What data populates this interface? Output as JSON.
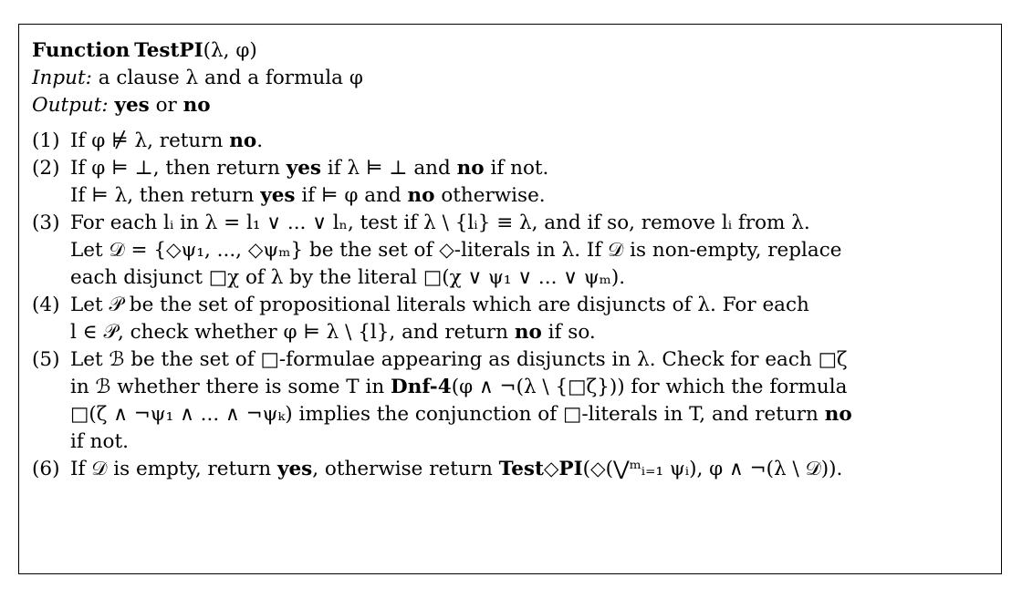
{
  "header": {
    "func_keyword": "Function",
    "func_name": "TestPI",
    "func_args": "(λ, φ)",
    "input_label": "Input:",
    "input_text": "a clause λ and a formula φ",
    "output_label": "Output:",
    "output_yes": "yes",
    "output_or": "or",
    "output_no": "no"
  },
  "steps": [
    {
      "num": "(1)",
      "lines": [
        [
          {
            "t": "If φ ⊭ λ, return "
          },
          {
            "t": "no",
            "b": true
          },
          {
            "t": "."
          }
        ]
      ]
    },
    {
      "num": "(2)",
      "lines": [
        [
          {
            "t": "If φ ⊨ ⊥, then return "
          },
          {
            "t": "yes",
            "b": true
          },
          {
            "t": " if λ ⊨ ⊥ and "
          },
          {
            "t": "no",
            "b": true
          },
          {
            "t": " if not."
          }
        ],
        [
          {
            "t": "If ⊨ λ, then return "
          },
          {
            "t": "yes",
            "b": true
          },
          {
            "t": " if ⊨ φ and "
          },
          {
            "t": "no",
            "b": true
          },
          {
            "t": " otherwise."
          }
        ]
      ]
    },
    {
      "num": "(3)",
      "lines": [
        [
          {
            "t": "For each lᵢ in λ = l₁ ∨ ... ∨ lₙ, test if λ \\ {lᵢ} ≡ λ, and if so, remove lᵢ from λ."
          }
        ],
        [
          {
            "t": "Let 𝒟 = {◇ψ₁, ..., ◇ψₘ} be the set of ◇-literals in λ. If 𝒟 is non-empty, replace"
          }
        ],
        [
          {
            "t": "each disjunct □χ of λ by the literal □(χ ∨ ψ₁ ∨ ... ∨ ψₘ)."
          }
        ]
      ]
    },
    {
      "num": "(4)",
      "lines": [
        [
          {
            "t": "Let 𝒫 be the set of propositional literals which are disjuncts of λ. For each"
          }
        ],
        [
          {
            "t": "l ∈ 𝒫, check whether φ ⊨ λ \\ {l}, and return "
          },
          {
            "t": "no",
            "b": true
          },
          {
            "t": " if so."
          }
        ]
      ]
    },
    {
      "num": "(5)",
      "lines": [
        [
          {
            "t": "Let ℬ be the set of □-formulae appearing as disjuncts in λ. Check for each □ζ"
          }
        ],
        [
          {
            "t": "in ℬ whether there is some T in "
          },
          {
            "t": "Dnf-4",
            "b": true
          },
          {
            "t": "(φ ∧ ¬(λ \\ {□ζ})) for which the formula"
          }
        ],
        [
          {
            "t": "□(ζ ∧ ¬ψ₁ ∧ ... ∧ ¬ψₖ) implies the conjunction of □-literals in T, and return "
          },
          {
            "t": "no",
            "b": true
          }
        ],
        [
          {
            "t": "if not."
          }
        ]
      ]
    },
    {
      "num": "(6)",
      "lines": [
        [
          {
            "t": "If 𝒟 is empty, return "
          },
          {
            "t": "yes",
            "b": true
          },
          {
            "t": ", otherwise return "
          },
          {
            "t": "Test◇PI",
            "b": true
          },
          {
            "t": "(◇(⋁ᵐᵢ₌₁ ψᵢ), φ ∧ ¬(λ \\ 𝒟))."
          }
        ]
      ]
    }
  ]
}
